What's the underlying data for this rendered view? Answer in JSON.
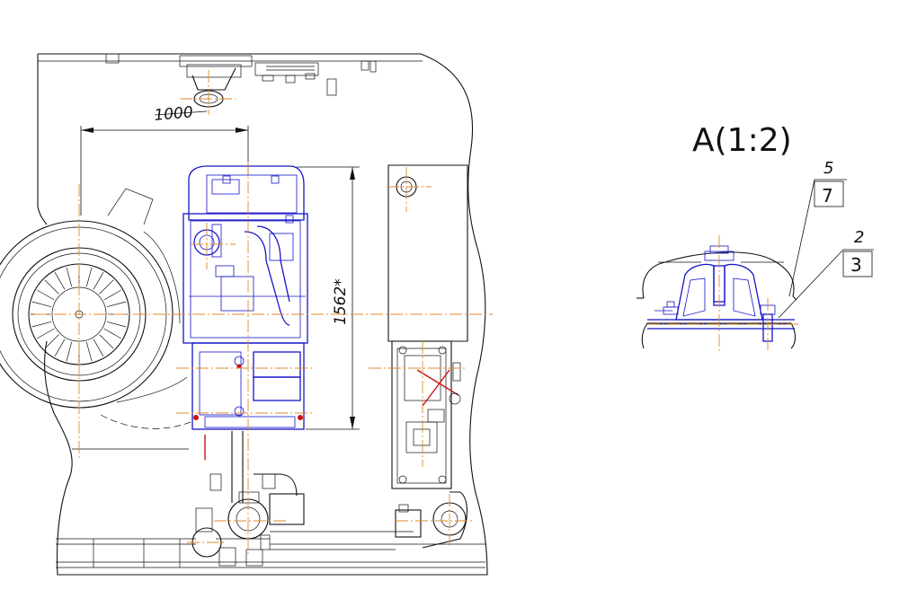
{
  "drawing": {
    "dimension_horizontal": "1000",
    "dimension_vertical": "1562*",
    "detail_view_label": "A(1:2)",
    "callouts": [
      {
        "leader_number": "5",
        "box_number": "7"
      },
      {
        "leader_number": "2",
        "box_number": "3"
      }
    ]
  },
  "colors": {
    "outline": "#111111",
    "unit_blue": "#1515c8",
    "axis_orange": "#e08a2a",
    "accent_red": "#cc1010"
  }
}
